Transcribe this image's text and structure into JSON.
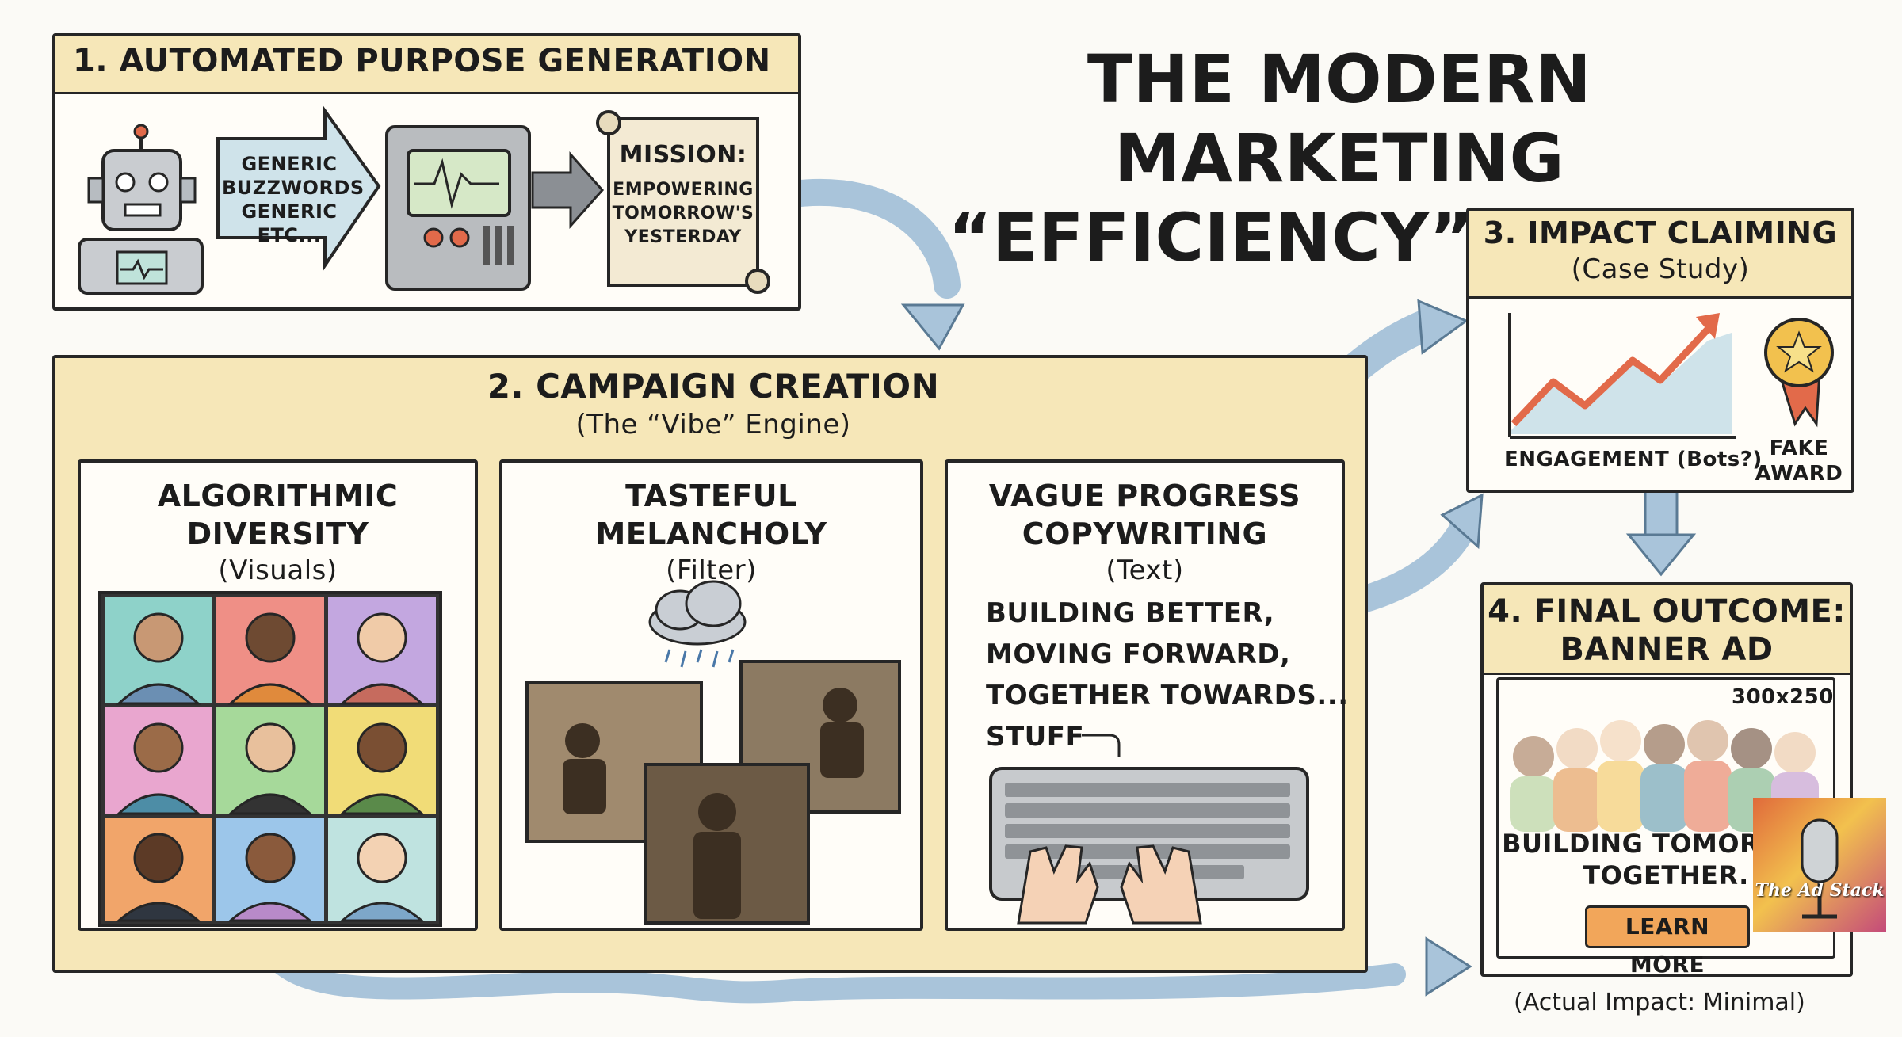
{
  "title": {
    "line1": "THE MODERN MARKETING",
    "line2": "“EFFICIENCY” CYCLE"
  },
  "step1": {
    "heading": "1. AUTOMATED PURPOSE GENERATION",
    "arrow_text": [
      "GENERIC",
      "BUZZWORDS",
      "GENERIC",
      "ETC..."
    ],
    "scroll_text": [
      "MISSION:",
      "EMPOWERING",
      "TOMORROW'S",
      "YESTERDAY"
    ]
  },
  "step2": {
    "heading": "2. CAMPAIGN CREATION",
    "subheading": "(The “Vibe” Engine)",
    "cards": [
      {
        "title1": "ALGORITHMIC",
        "title2": "DIVERSITY",
        "sub": "(Visuals)"
      },
      {
        "title1": "TASTEFUL",
        "title2": "MELANCHOLY",
        "sub": "(Filter)"
      },
      {
        "title1": "VAGUE PROGRESS",
        "title2": "COPYWRITING",
        "sub": "(Text)"
      }
    ],
    "copy_lines": [
      "BUILDING BETTER,",
      "MOVING FORWARD,",
      "TOGETHER TOWARDS...",
      "STUFF"
    ]
  },
  "step3": {
    "heading": "3. IMPACT CLAIMING",
    "subheading": "(Case Study)",
    "chart_label": "ENGAGEMENT (Bots?)",
    "award_label": [
      "FAKE",
      "AWARD"
    ]
  },
  "step4": {
    "heading1": "4. FINAL OUTCOME:",
    "heading2": "BANNER AD",
    "size": "300x250",
    "ad_text1": "BUILDING TOMORROW",
    "ad_text2": "TOGETHER.",
    "cta": "LEARN MORE",
    "footnote": "(Actual Impact: Minimal)",
    "watermark": "The Ad Stack"
  },
  "colors": {
    "header_fill": "#f6e7b8",
    "arrow_blue": "#a9c4da",
    "button_orange": "#f2a65a",
    "ink": "#262626"
  }
}
